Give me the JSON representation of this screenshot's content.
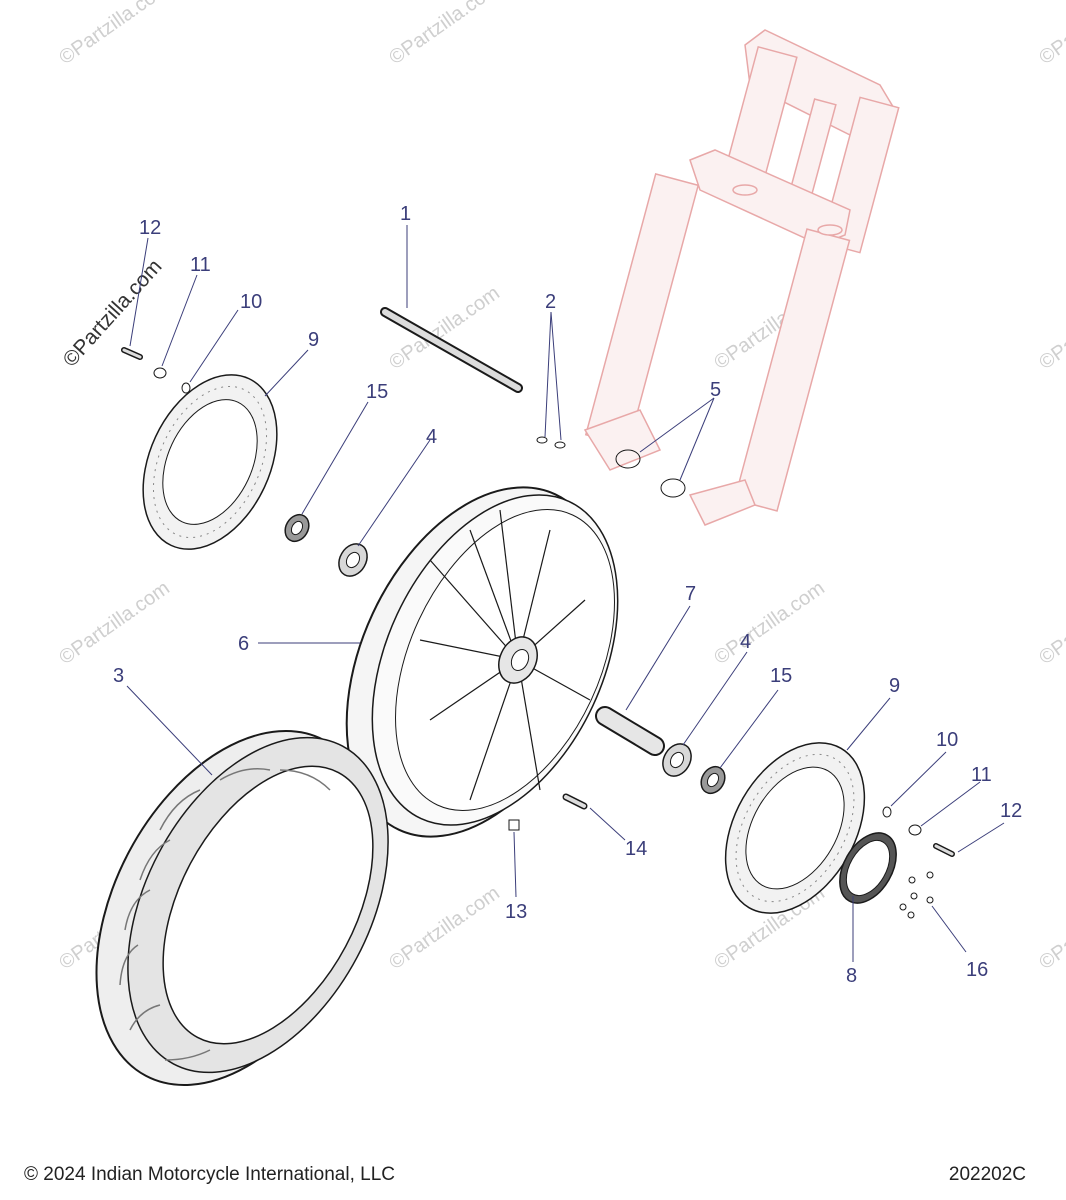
{
  "watermark_text": "©Partzilla.com",
  "callouts": [
    "1",
    "2",
    "3",
    "4",
    "4",
    "5",
    "6",
    "7",
    "8",
    "9",
    "9",
    "10",
    "10",
    "11",
    "11",
    "12",
    "12",
    "13",
    "14",
    "15",
    "15",
    "16"
  ],
  "footer": {
    "copyright": "© 2024 Indian Motorcycle International, LLC",
    "diagram_id": "202202C"
  },
  "colors": {
    "callout": "#3b3e7a",
    "fork_outline": "#e8a8a8",
    "ink": "#1a1a1a"
  }
}
